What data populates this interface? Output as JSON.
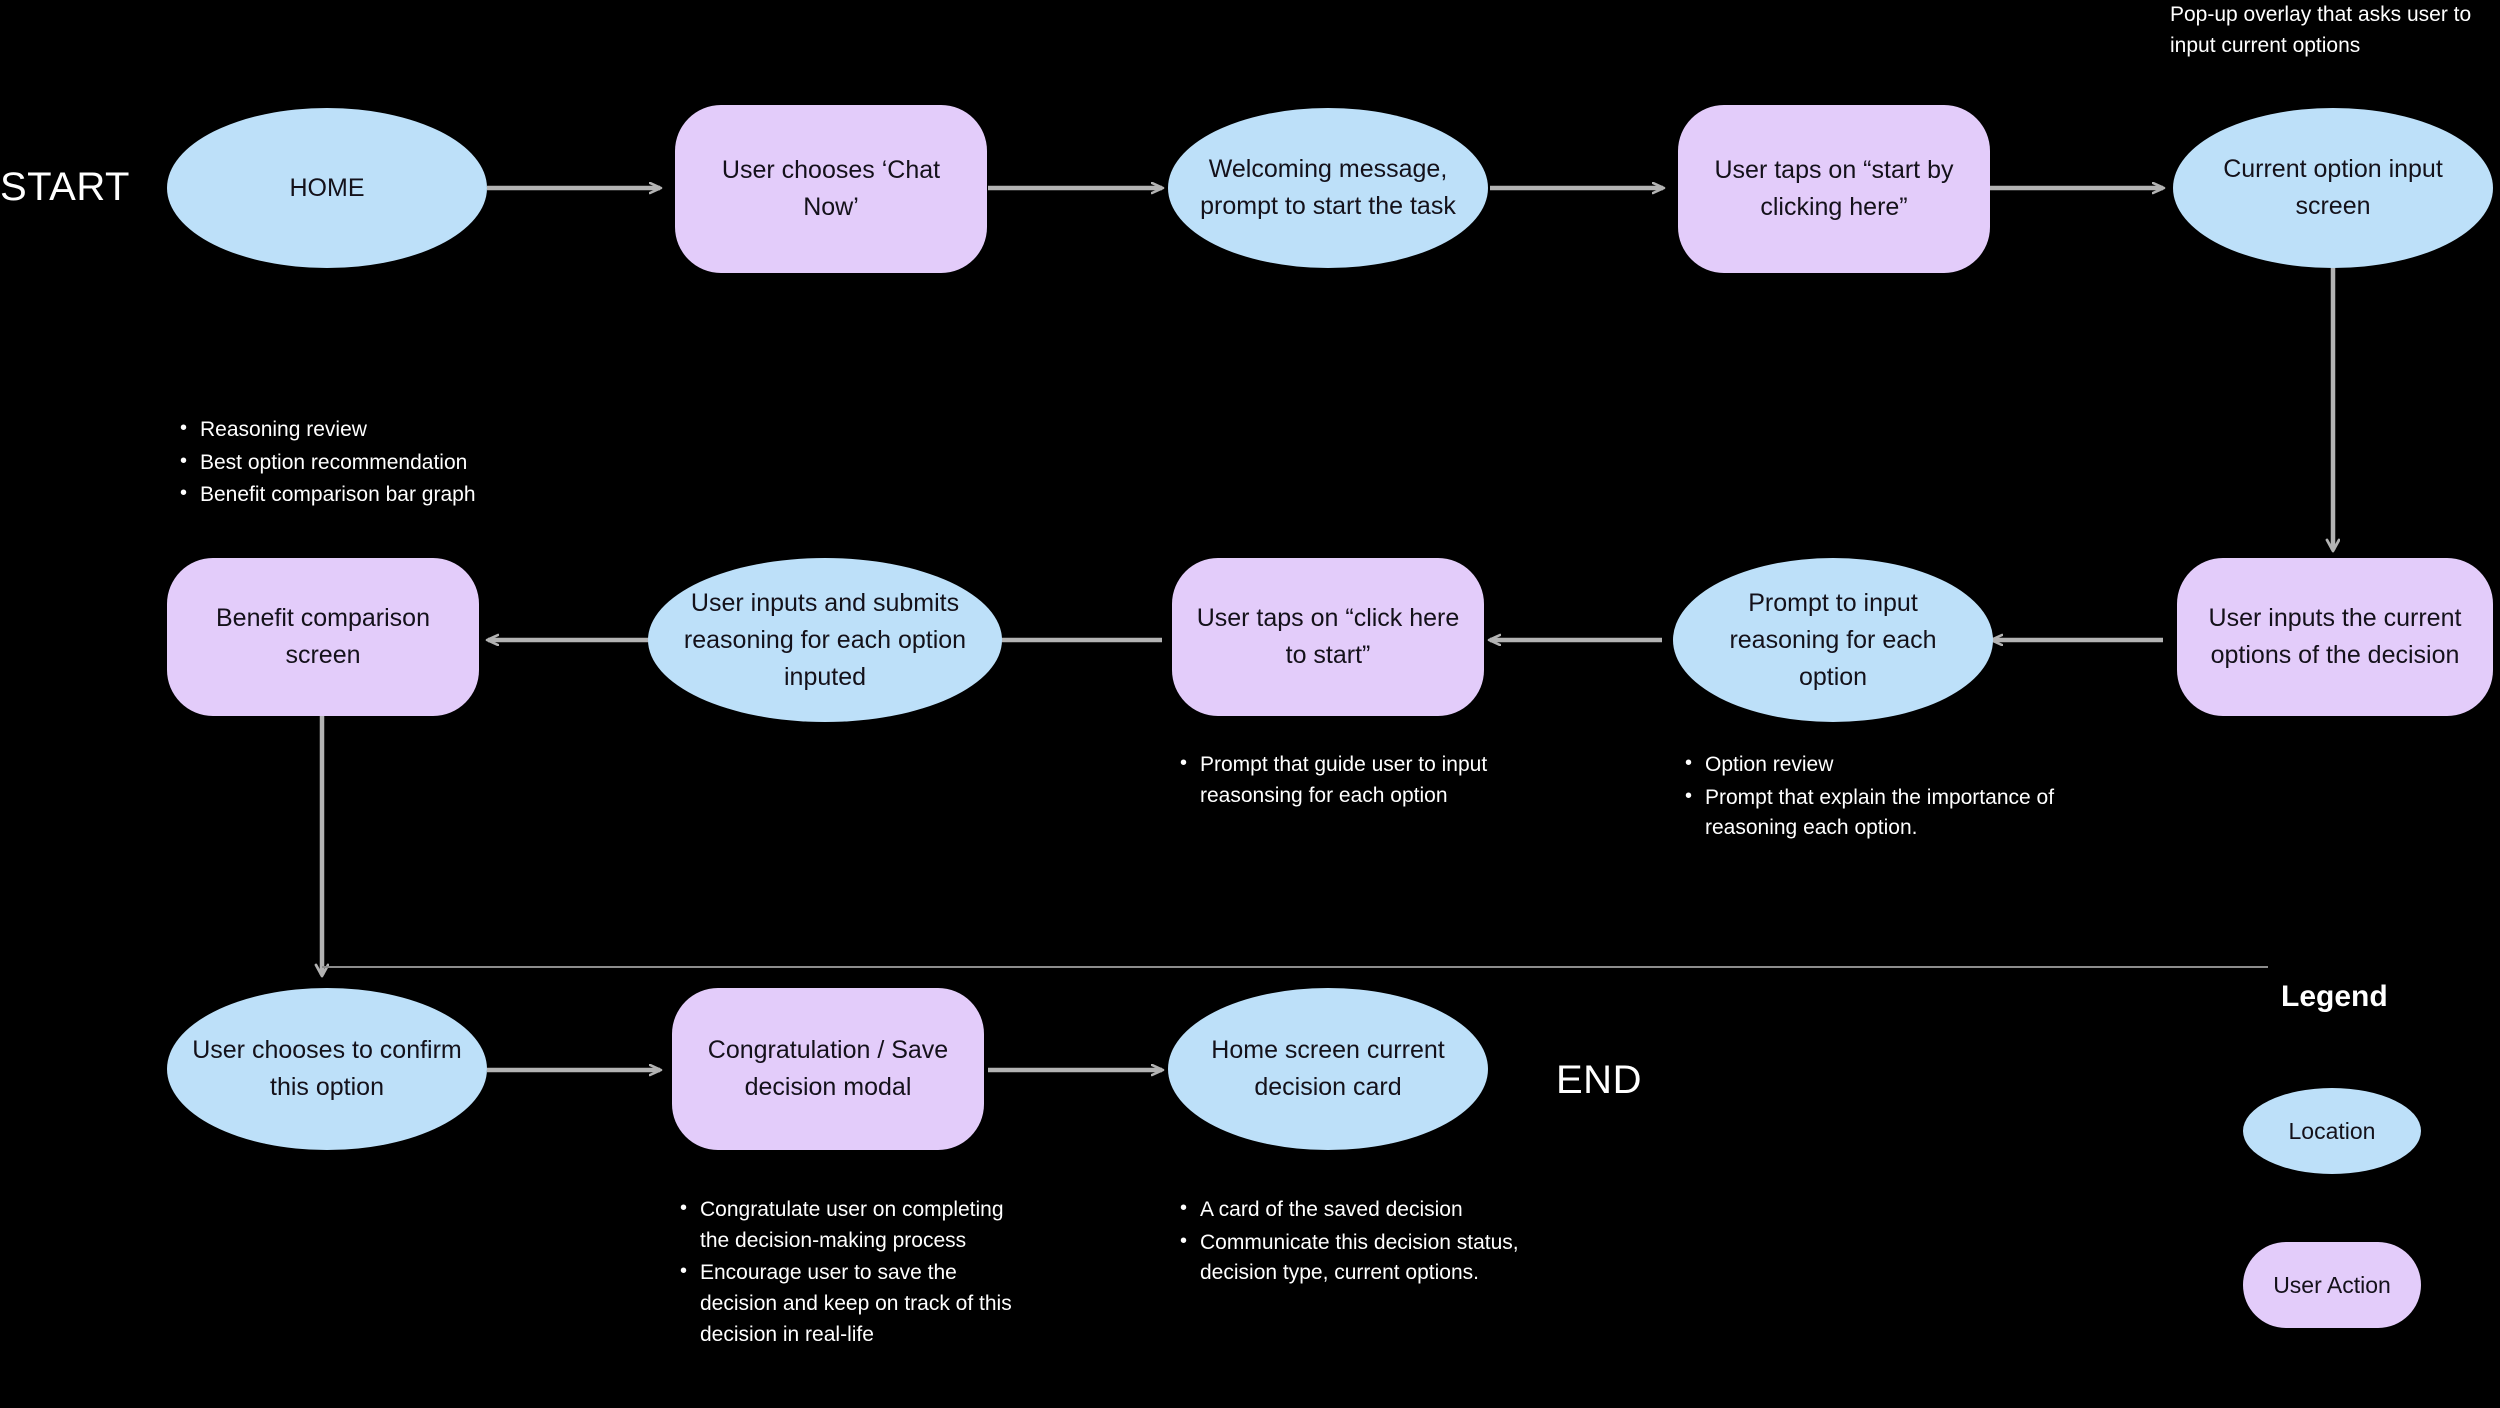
{
  "diagram": {
    "title_labels": {
      "start": "START",
      "end": "END"
    },
    "legend": {
      "title": "Legend",
      "items": [
        {
          "label": "Location",
          "shape": "ellipse",
          "color": "#bde0f9"
        },
        {
          "label": "User Action",
          "shape": "rounded-rect",
          "color": "#e3ccfa"
        }
      ]
    },
    "colors": {
      "background": "#000000",
      "location_fill": "#bde0f9",
      "user_action_fill": "#e3ccfa",
      "connector": "#b3b3b3",
      "text_on_node": "#14111a",
      "text_on_canvas": "#ffffff"
    },
    "nodes": [
      {
        "id": "home",
        "label": "HOME",
        "type": "location"
      },
      {
        "id": "chat-now",
        "label": "User chooses ‘Chat Now’",
        "type": "user-action"
      },
      {
        "id": "welcome",
        "label": "Welcoming message, prompt to start the task",
        "type": "location"
      },
      {
        "id": "tap-start",
        "label": "User taps on “start by clicking here”",
        "type": "user-action"
      },
      {
        "id": "option-input",
        "label": "Current option input screen",
        "type": "location"
      },
      {
        "id": "input-options",
        "label": "User inputs the current options of the decision",
        "type": "user-action"
      },
      {
        "id": "prompt-reason",
        "label": "Prompt to input reasoning for each option",
        "type": "location"
      },
      {
        "id": "tap-click-start",
        "label": "User taps on “click here to start”",
        "type": "user-action"
      },
      {
        "id": "submit-reason",
        "label": "User inputs and submits reasoning for each option inputed",
        "type": "location"
      },
      {
        "id": "benefit-screen",
        "label": "Benefit comparison screen",
        "type": "user-action"
      },
      {
        "id": "confirm-option",
        "label": "User chooses to confirm this option",
        "type": "location"
      },
      {
        "id": "congrats-modal",
        "label": "Congratulation / Save decision modal",
        "type": "user-action"
      },
      {
        "id": "decision-card",
        "label": "Home screen current decision card",
        "type": "location"
      }
    ],
    "annotations": [
      {
        "id": "popup-overlay-note",
        "kind": "plain",
        "lines": [
          "Pop-up overlay that asks user to",
          "input current options"
        ]
      },
      {
        "id": "benefit-screen-note",
        "kind": "bullets",
        "items": [
          "Reasoning review",
          "Best option recommendation",
          "Benefit comparison bar graph"
        ]
      },
      {
        "id": "click-here-start-note",
        "kind": "bullets",
        "items": [
          "Prompt that guide user to input reasonsing for each option"
        ]
      },
      {
        "id": "prompt-reasoning-note",
        "kind": "bullets",
        "items": [
          "Option review",
          "Prompt that explain the importance of reasoning each option."
        ]
      },
      {
        "id": "congrats-note",
        "kind": "bullets",
        "items": [
          "Congratulate user on completing the decision-making process",
          "Encourage user to save the decision and keep on track of this decision in real-life"
        ]
      },
      {
        "id": "decision-card-note",
        "kind": "bullets",
        "items": [
          "A card of the saved decision",
          "Communicate this decision status, decision type, current options."
        ]
      }
    ],
    "edges": [
      {
        "from": "home",
        "to": "chat-now",
        "direction": "right"
      },
      {
        "from": "chat-now",
        "to": "welcome",
        "direction": "right"
      },
      {
        "from": "welcome",
        "to": "tap-start",
        "direction": "right"
      },
      {
        "from": "tap-start",
        "to": "option-input",
        "direction": "right"
      },
      {
        "from": "option-input",
        "to": "input-options",
        "direction": "down"
      },
      {
        "from": "input-options",
        "to": "prompt-reason",
        "direction": "left"
      },
      {
        "from": "prompt-reason",
        "to": "tap-click-start",
        "direction": "left"
      },
      {
        "from": "tap-click-start",
        "to": "submit-reason",
        "direction": "left"
      },
      {
        "from": "submit-reason",
        "to": "benefit-screen",
        "direction": "left"
      },
      {
        "from": "benefit-screen",
        "to": "confirm-option",
        "direction": "down"
      },
      {
        "from": "confirm-option",
        "to": "congrats-modal",
        "direction": "right"
      },
      {
        "from": "congrats-modal",
        "to": "decision-card",
        "direction": "right"
      }
    ]
  }
}
